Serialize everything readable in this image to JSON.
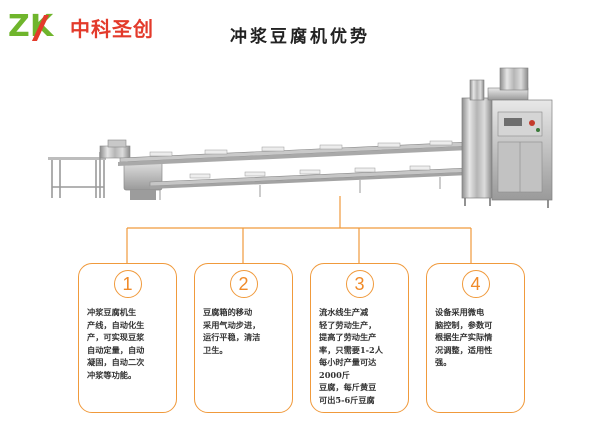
{
  "brand": {
    "mark_left": "Z",
    "mark_right": "K",
    "name": "中科圣创",
    "colors": {
      "mark": "#6fb52c",
      "name": "#e33a2b"
    }
  },
  "title": "冲浆豆腐机优势",
  "accent_color": "#f09a3c",
  "features": [
    {
      "number": "1",
      "lines": [
        "冲浆豆腐机生",
        "产线，自动化生",
        "产，可实现豆浆",
        "自动定量，自动",
        "凝固，自动二次",
        "冲浆等功能。"
      ]
    },
    {
      "number": "2",
      "lines": [
        "豆腐箱的移动",
        "采用气动步进，",
        "运行平稳，清洁",
        "卫生。"
      ]
    },
    {
      "number": "3",
      "lines": [
        "流水线生产减",
        "轻了劳动生产，",
        "提高了劳动生产",
        "率，只需要1-2人",
        "每小时产量可达",
        "2000斤",
        "豆腐，每斤黄豆",
        "可出5-6斤豆腐"
      ]
    },
    {
      "number": "4",
      "lines": [
        "设备采用微电",
        "脑控制，参数可",
        "根据生产实际情",
        "况调整，适用性",
        "强。"
      ]
    }
  ]
}
